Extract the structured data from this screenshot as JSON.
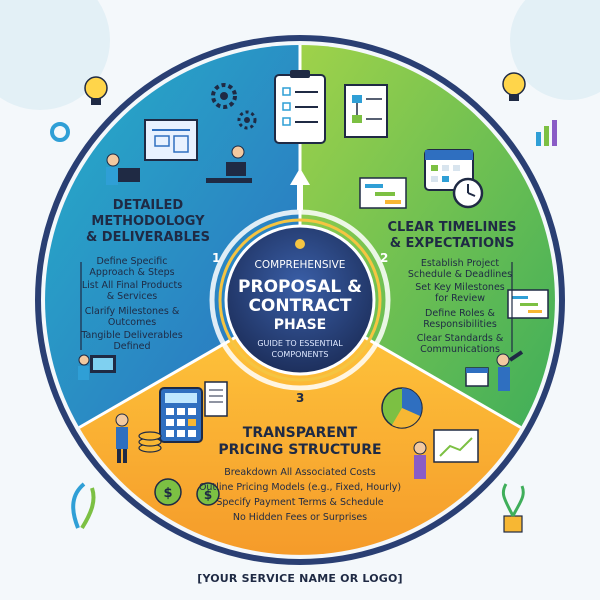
{
  "center": {
    "top_label": "COMPREHENSIVE",
    "title_line1": "PROPOSAL &",
    "title_line2": "CONTRACT",
    "title_line3": "PHASE",
    "sub_line1": "GUIDE TO ESSENTIAL",
    "sub_line2": "COMPONENTS"
  },
  "sections": {
    "methodology": {
      "number": "1",
      "title_line1": "DETAILED",
      "title_line2": "METHODOLOGY",
      "title_line3": "& DELIVERABLES",
      "items": [
        "Define Specific",
        "Approach & Steps",
        "List All Final Products",
        "& Services",
        "Clarify Milestones &",
        "Outcomes",
        "Tangible Deliverables",
        "Defined"
      ]
    },
    "timelines": {
      "number": "2",
      "title_line1": "CLEAR TIMELINES",
      "title_line2": "& EXPECTATIONS",
      "items": [
        "Establish Project",
        "Schedule & Deadlines",
        "Set Key Milestones",
        "for Review",
        "Define Roles &",
        "Responsibilities",
        "Clear Standards &",
        "Communications"
      ]
    },
    "pricing": {
      "number": "3",
      "title_line1": "TRANSPARENT",
      "title_line2": "PRICING STRUCTURE",
      "items": [
        "Breakdown All Associated Costs",
        "Outline Pricing Models (e.g., Fixed, Hourly)",
        "Specify Payment Terms & Schedule",
        "No Hidden Fees or Surprises"
      ]
    }
  },
  "footer": "[YOUR SERVICE NAME OR LOGO]",
  "colors": {
    "methodology": "#2f9fd6",
    "timelines": "#7cc043",
    "pricing": "#f7b733",
    "center": "#233a6b",
    "ring": "#2a3f73"
  }
}
